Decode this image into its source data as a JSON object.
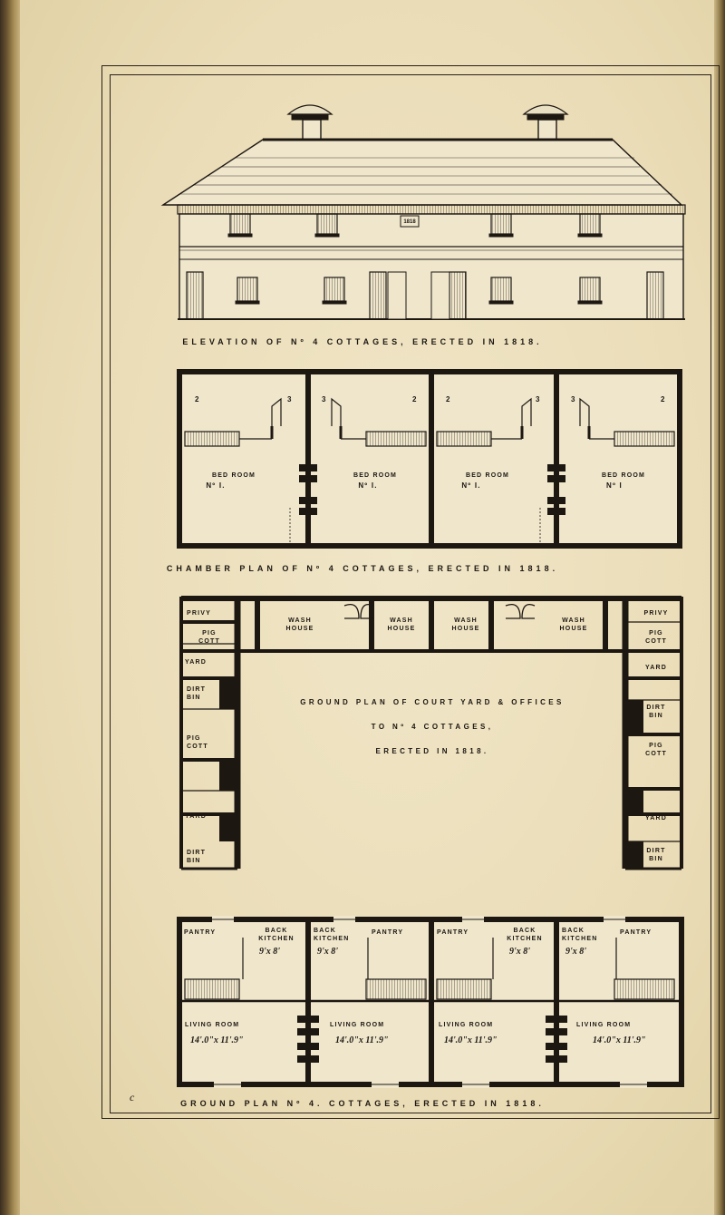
{
  "elevation": {
    "caption": "ELEVATION OF Nº 4 COTTAGES, ERECTED IN 1818.",
    "date_plaque": "1818"
  },
  "chamber_plan": {
    "caption": "CHAMBER PLAN OF Nº 4 COTTAGES, ERECTED IN 1818.",
    "room_label": "BED ROOM",
    "room_numbers": [
      "Nº I.",
      "Nº I.",
      "Nº I.",
      "Nº I"
    ],
    "cell_numbers": [
      "2",
      "3",
      "3",
      "2",
      "2",
      "3",
      "3",
      "2"
    ]
  },
  "court_plan": {
    "title_line1": "GROUND PLAN OF COURT YARD & OFFICES",
    "title_line2": "TO Nº 4 COTTAGES,",
    "title_line3": "ERECTED IN 1818.",
    "wash_line1": "WASH",
    "wash_line2": "HOUSE",
    "privy": "PRIVY",
    "pig_line1": "PIG",
    "pig_line2": "COTT",
    "yard": "YARD",
    "dirt_line1": "DIRT",
    "dirt_line2": "BIN"
  },
  "ground_plan": {
    "caption": "GROUND PLAN Nº 4. COTTAGES, ERECTED IN 1818.",
    "pantry": "PANTRY",
    "back_kitchen_line1": "BACK",
    "back_kitchen_line2": "KITCHEN",
    "back_kitchen_dim": "9'x 8'",
    "living_room": "LIVING ROOM",
    "living_room_dim": "14'.0\"x 11'.9\""
  },
  "margin_mark": "c"
}
